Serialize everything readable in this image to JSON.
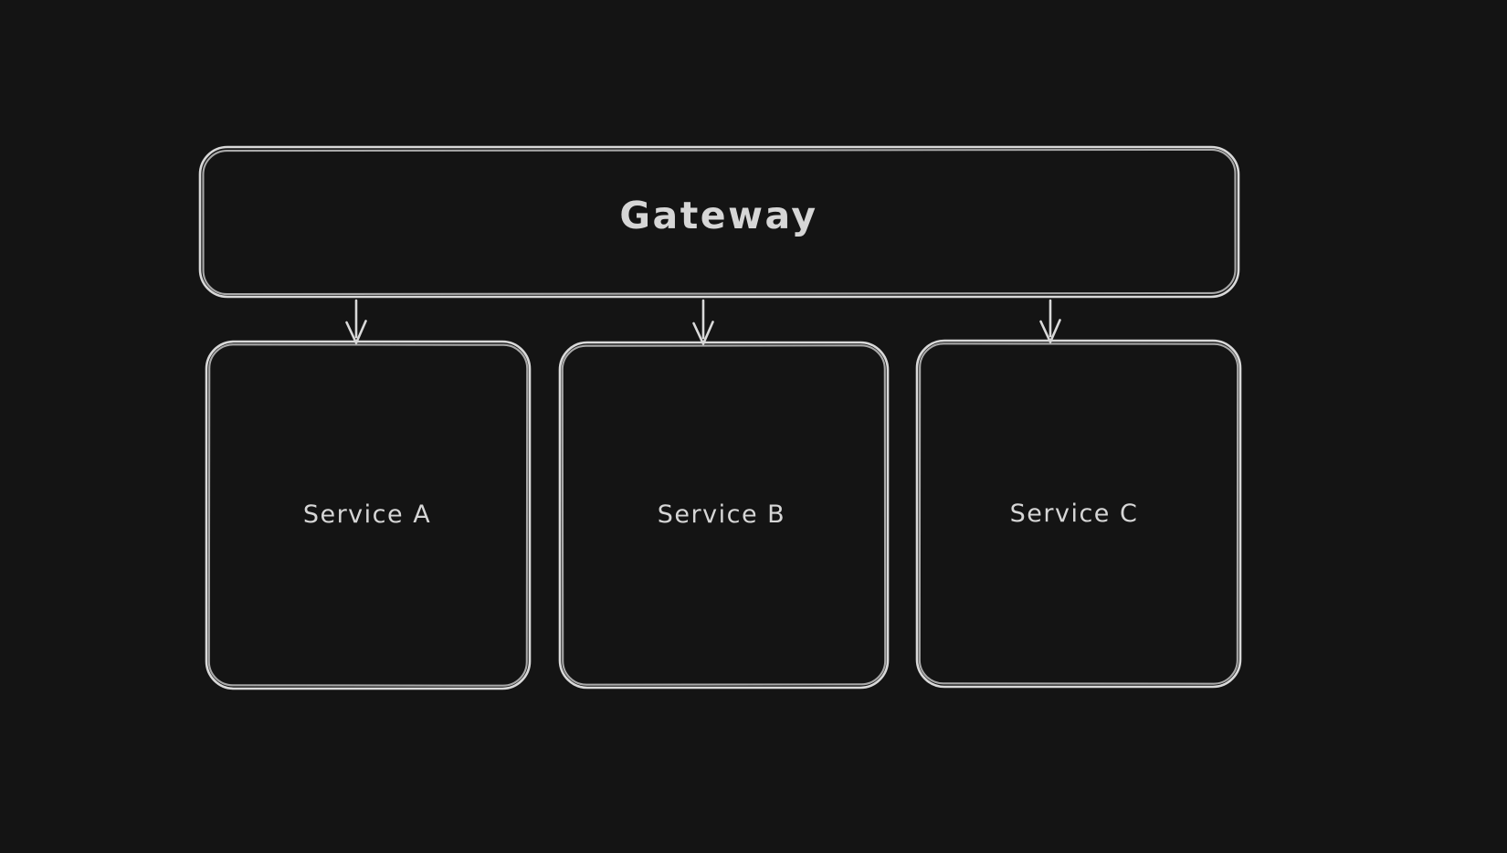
{
  "theme": {
    "canvas_bg": "#141414",
    "stroke": "#d9d9d9",
    "text_color": "#d6d6d6"
  },
  "diagram": {
    "nodes": [
      {
        "id": "gateway",
        "label": "Gateway"
      },
      {
        "id": "service-a",
        "label": "Service A"
      },
      {
        "id": "service-b",
        "label": "Service B"
      },
      {
        "id": "service-c",
        "label": "Service C"
      }
    ],
    "edges": [
      {
        "from": "gateway",
        "to": "service-a"
      },
      {
        "from": "gateway",
        "to": "service-b"
      },
      {
        "from": "gateway",
        "to": "service-c"
      }
    ]
  }
}
